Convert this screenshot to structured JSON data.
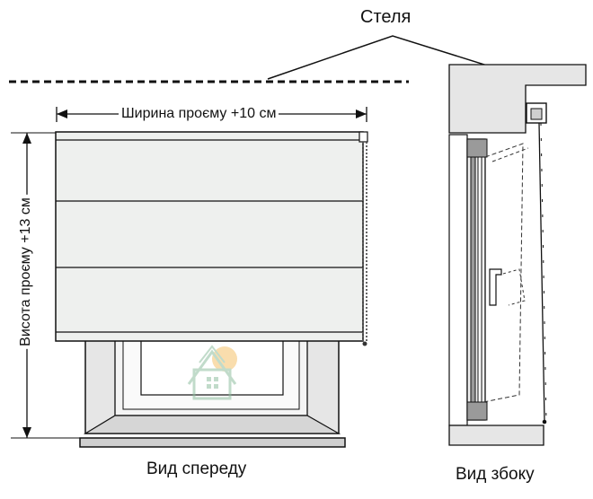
{
  "labels": {
    "ceiling": "Стеля",
    "width": "Ширина проєму +10 см",
    "height": "Висота проєму +13 см",
    "front_view": "Вид спереду",
    "side_view": "Вид збоку"
  },
  "colors": {
    "line": "#111111",
    "blind_fabric": "#eef0ee",
    "wall_gray": "#e6e6e6",
    "frame_gray": "#cfcfcf",
    "rail_gray": "#9a9a9a",
    "watermark_green": "#8fbfa0",
    "watermark_orange": "#f5c26b"
  }
}
